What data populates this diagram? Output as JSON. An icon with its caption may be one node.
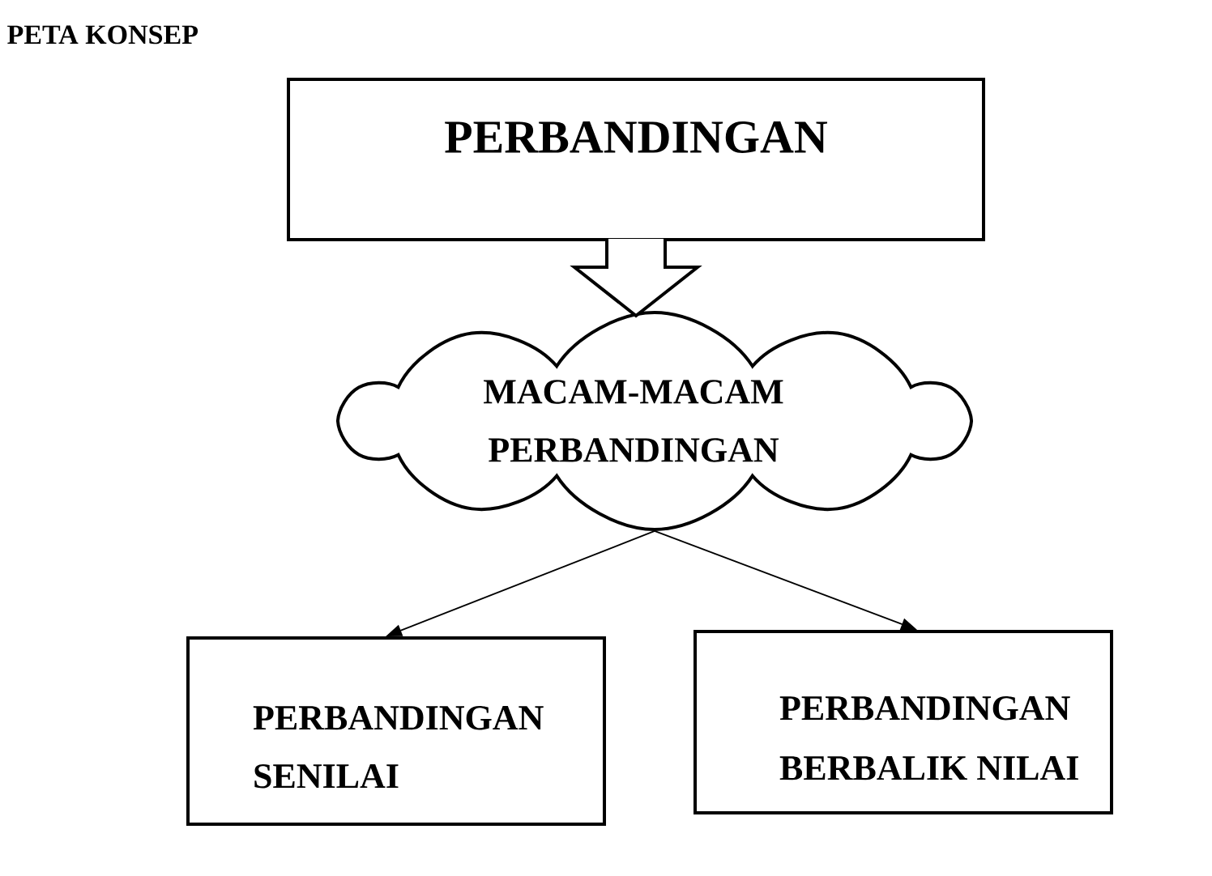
{
  "diagram": {
    "title": "PETA KONSEP",
    "nodes": [
      {
        "text": [
          "PERBANDINGAN"
        ]
      },
      {
        "text": [
          "MACAM-MACAM PERBANDINGAN"
        ]
      },
      {
        "text": [
          "PERBANDINGAN SENILAI"
        ]
      },
      {
        "text": [
          "PERBANDINGAN BERBALIK NILAI"
        ]
      }
    ],
    "edges": [
      {
        "from": 0,
        "to": 1,
        "arrow": "to",
        "style": "thick"
      },
      {
        "from": 1,
        "to": 2,
        "arrow": "to"
      },
      {
        "from": 1,
        "to": 3,
        "arrow": "to"
      }
    ]
  }
}
